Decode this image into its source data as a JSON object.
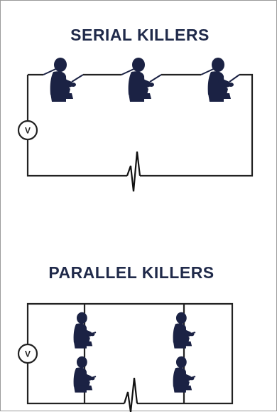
{
  "serial": {
    "title": "SERIAL KILLERS",
    "meter_label": "V",
    "figure_icon": "seated-man-holding-wires-icon"
  },
  "parallel": {
    "title": "PARALLEL KILLERS",
    "meter_label": "V",
    "figure_icon": "seated-man-holding-wires-icon"
  },
  "colors": {
    "title": "#202A4A",
    "figure": "#1B2244",
    "wire": "#222222",
    "background": "#FFFFFF"
  }
}
